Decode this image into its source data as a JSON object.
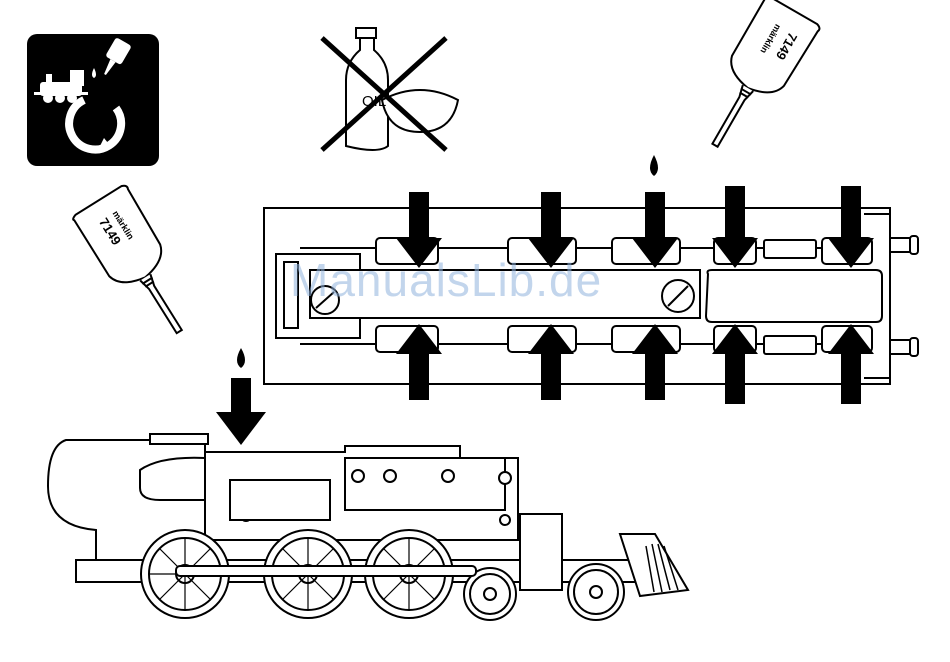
{
  "watermark": "ManualsLib.de",
  "oil_bottle_right": {
    "brand": "märklin",
    "number": "7149"
  },
  "oil_bottle_left": {
    "brand": "märklin",
    "number": "7149"
  },
  "crossed_out_bottle_label": "OIL",
  "icons": [
    "maintenance-cycle-icon",
    "no-oil-icon",
    "oil-drop-icon",
    "lubrication-arrow-icon"
  ],
  "colors": {
    "ink": "#000000",
    "watermark": "#8fb3dc",
    "background": "#ffffff"
  }
}
